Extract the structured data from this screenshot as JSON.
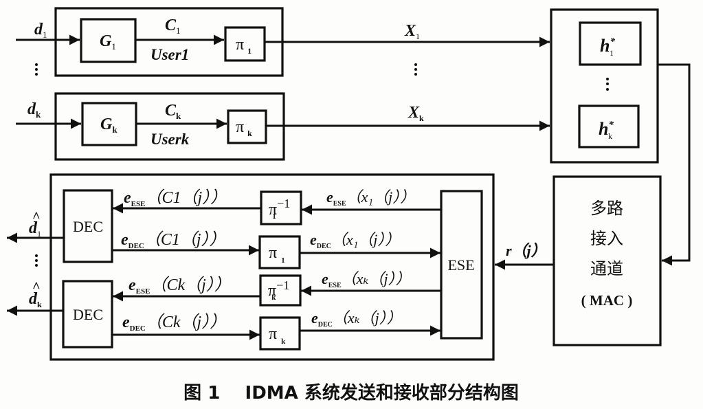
{
  "caption": "图 1    IDMA 系统发送和接收部分结构图",
  "transmitter": {
    "users": [
      {
        "input": "d",
        "input_sub": "1",
        "encoder": "G",
        "encoder_sub": "1",
        "code": "C",
        "code_sub": "1",
        "user_label": "User1",
        "interleaver": "π",
        "interleaver_sub": "1",
        "output": "X",
        "output_sub": "1"
      },
      {
        "input": "d",
        "input_sub": "k",
        "encoder": "G",
        "encoder_sub": "k",
        "code": "C",
        "code_sub": "k",
        "user_label": "Userk",
        "interleaver": "π",
        "interleaver_sub": "k",
        "output": "X",
        "output_sub": "k"
      }
    ],
    "ellipsis": "⋮"
  },
  "channel": {
    "taps": [
      {
        "label": "h",
        "sup": "*",
        "sub": "1"
      },
      {
        "label": "h",
        "sup": "*",
        "sub": "k"
      }
    ]
  },
  "mac": {
    "lines": [
      "多路",
      "接入",
      "通道",
      "( MAC )"
    ]
  },
  "receiver": {
    "received_signal": "r（j）",
    "ese_label": "ESE",
    "decoders": [
      {
        "label": "DEC",
        "output": "d",
        "output_sub": "1"
      },
      {
        "label": "DEC",
        "output": "d",
        "output_sub": "k"
      }
    ],
    "deinterleavers": [
      {
        "label": "π",
        "sub": "1",
        "sup": "−1"
      },
      {
        "label": "π",
        "sub": "k",
        "sup": "−1"
      }
    ],
    "interleavers": [
      {
        "label": "π",
        "sub": "1"
      },
      {
        "label": "π",
        "sub": "k"
      }
    ],
    "signals": {
      "ese_c1": {
        "e": "e",
        "sub": "ESE",
        "arg": "（C1（j））"
      },
      "dec_c1": {
        "e": "e",
        "sub": "DEC",
        "arg": "（C1（j））"
      },
      "ese_ck": {
        "e": "e",
        "sub": "ESE",
        "arg": "（Ck（j））"
      },
      "dec_ck": {
        "e": "e",
        "sub": "DEC",
        "arg": "（Ck（j））"
      },
      "ese_x1": {
        "e": "e",
        "sub": "ESE",
        "arg": "（x₁（j））"
      },
      "dec_x1": {
        "e": "e",
        "sub": "DEC",
        "arg": "（x₁（j））"
      },
      "ese_xk": {
        "e": "e",
        "sub": "ESE",
        "arg": "（xₖ（j））"
      },
      "dec_xk": {
        "e": "e",
        "sub": "DEC",
        "arg": "（xₖ（j））"
      }
    }
  }
}
